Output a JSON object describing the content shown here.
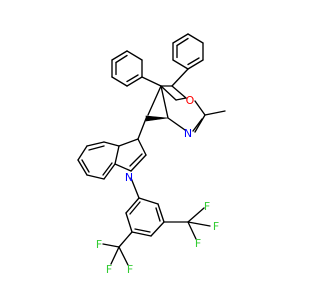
{
  "molecule": {
    "atom_color": "#000000",
    "hetero_colors": {
      "O": "#FF0000",
      "N": "#0000FF",
      "F": "#33CC33"
    },
    "stereo_marks": {
      "abs": "",
      "h": ""
    },
    "atoms": [
      {
        "id": "O1",
        "label": "O"
      },
      {
        "id": "N3",
        "label": "N"
      },
      {
        "id": "N1",
        "label": "N"
      },
      {
        "id": "F1",
        "label": "F"
      },
      {
        "id": "F2",
        "label": "F"
      },
      {
        "id": "F3",
        "label": "F"
      },
      {
        "id": "F4",
        "label": "F"
      },
      {
        "id": "F5",
        "label": "F"
      },
      {
        "id": "F6",
        "label": "F"
      }
    ]
  }
}
